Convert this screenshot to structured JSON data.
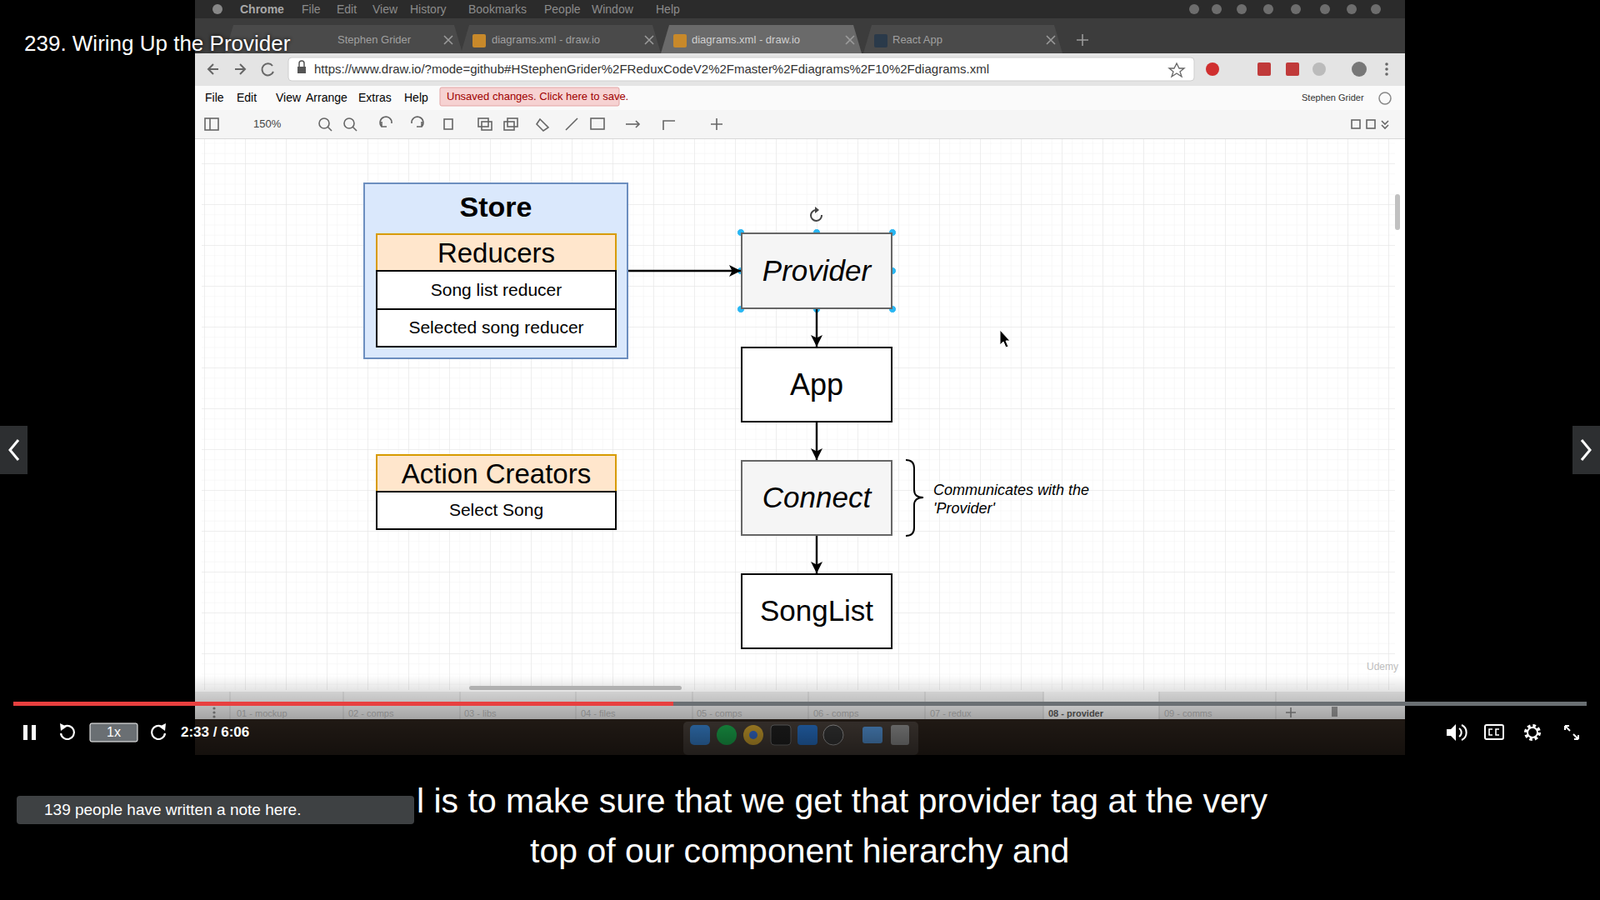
{
  "diagram": {
    "title": "239. Wiring Up the Provider",
    "nodes": [
      {
        "text": [
          "Store"
        ]
      },
      {
        "text": [
          "Reducers"
        ],
        "in": 0
      },
      {
        "text": [
          "Song list reducer"
        ],
        "in": 0
      },
      {
        "text": [
          "Selected song reducer"
        ],
        "in": 0
      },
      {
        "text": [
          "Provider"
        ]
      },
      {
        "text": [
          "App"
        ]
      },
      {
        "text": [
          "Connect"
        ]
      },
      {
        "text": [
          "SongList"
        ]
      },
      {
        "text": [
          "Action Creators"
        ]
      },
      {
        "text": [
          "Select Song"
        ]
      }
    ],
    "edges": [
      {
        "from": 0,
        "to": 4,
        "arrow": "to"
      },
      {
        "from": 4,
        "to": 5,
        "arrow": "to"
      },
      {
        "from": 5,
        "to": 6,
        "arrow": "to"
      },
      {
        "from": 6,
        "to": 7,
        "arrow": "to"
      }
    ],
    "labels": [
      "Communicates with the 'Provider'",
      "Chrome",
      "File",
      "Edit",
      "View",
      "History",
      "Bookmarks",
      "People",
      "Window",
      "Help",
      "Stephen Grider",
      "diagrams.xml - draw.io",
      "diagrams.xml - draw.io",
      "React App",
      "https://www.draw.io/?mode=github#HStephenGrider%2FReduxCodeV2%2Fmaster%2Fdiagrams%2F10%2Fdiagrams.xml",
      "File",
      "Edit",
      "View",
      "Arrange",
      "Extras",
      "Help",
      "Unsaved changes. Click here to save.",
      "Stephen Grider",
      "150%",
      "01 - mockup",
      "02 - comps",
      "03 - libs",
      "04 - files",
      "05 - comps",
      "06 - comps",
      "07 - redux",
      "08 - provider",
      "09 - comms",
      "Udemy",
      "1x",
      "2:33 / 6:06",
      "139 people have written a note here.",
      "l is to make sure that we get that provider tag at the very",
      "top of our component hierarchy and"
    ]
  }
}
